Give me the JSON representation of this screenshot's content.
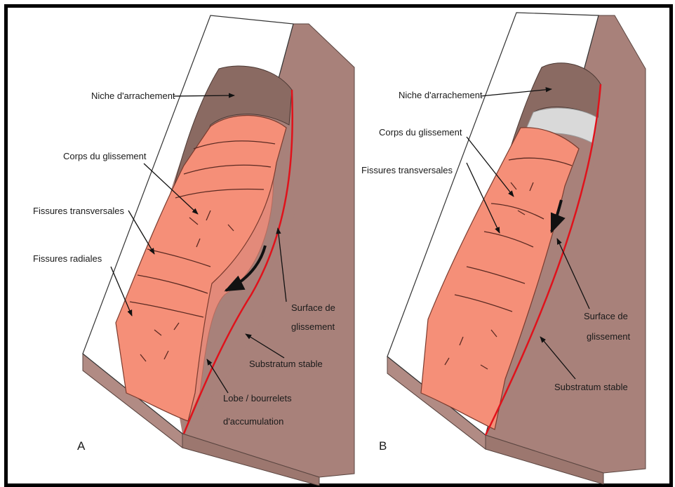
{
  "colors": {
    "slide_body": "#f58f78",
    "slide_body_dark": "#e06e57",
    "substratum": "#a8817a",
    "substratum_light": "#c49e98",
    "scarp": "#8a6a62",
    "slip_surface_line": "#e0121b",
    "block_top": "#ffffff",
    "grey_zone": "#d9d9d9",
    "arrow": "#111111"
  },
  "panel_a": {
    "letter": "A",
    "niche_label": "Niche d'arrachement",
    "body_label": "Corps du glissement",
    "fissures_transverse_label": "Fissures transversales",
    "fissures_radial_label": "Fissures radiales",
    "surface_line1": "Surface de",
    "surface_line2": "glissement",
    "substratum_label": "Substratum stable",
    "lobe_line1": "Lobe / bourrelets",
    "lobe_line2": "d'accumulation"
  },
  "panel_b": {
    "letter": "B",
    "niche_label": "Niche d'arrachement",
    "body_label": "Corps du glissement",
    "fissures_transverse_label": "Fissures transversales",
    "surface_line1": "Surface de",
    "surface_line2": "glissement",
    "substratum_label": "Substratum stable"
  }
}
